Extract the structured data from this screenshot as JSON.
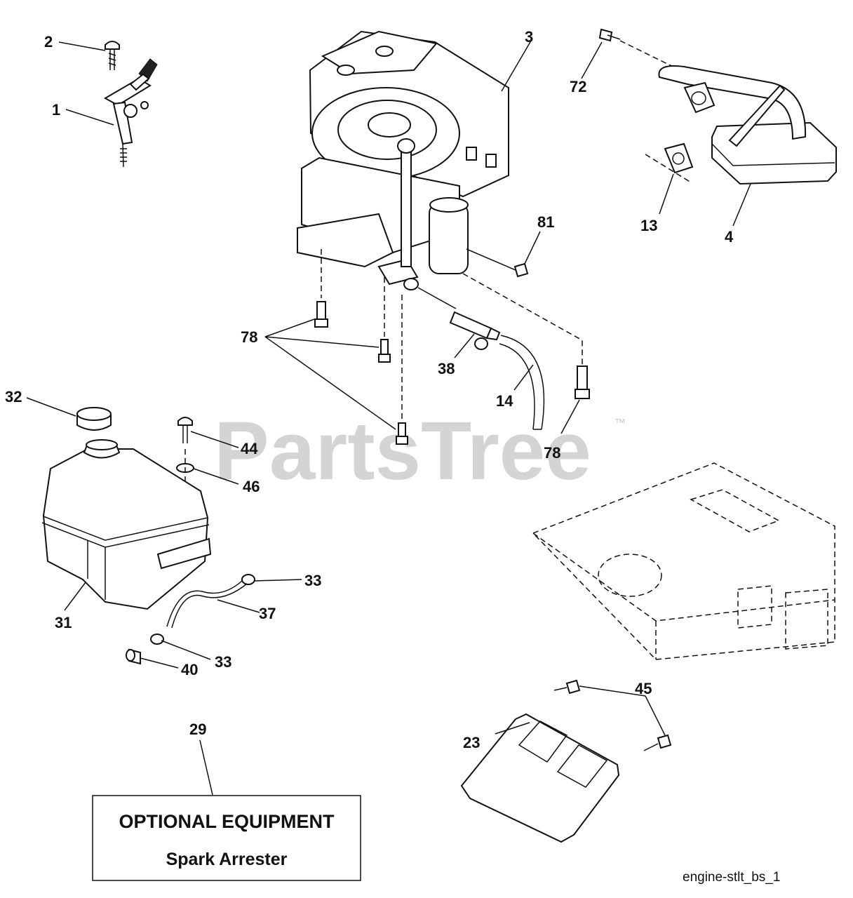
{
  "watermark": {
    "text": "PartsTree",
    "trademark": "™"
  },
  "callouts": {
    "c1": "1",
    "c2": "2",
    "c3": "3",
    "c4": "4",
    "c13": "13",
    "c14": "14",
    "c23": "23",
    "c29": "29",
    "c31": "31",
    "c32": "32",
    "c33a": "33",
    "c33b": "33",
    "c37": "37",
    "c38": "38",
    "c40": "40",
    "c44": "44",
    "c45": "45",
    "c46": "46",
    "c72": "72",
    "c78a": "78",
    "c78b": "78",
    "c81": "81"
  },
  "optional_box": {
    "line1": "OPTIONAL EQUIPMENT",
    "line2": "Spark Arrester"
  },
  "diagram_code": "engine-stlt_bs_1",
  "parts": {
    "throttle-control": "1",
    "screw-2": "2",
    "engine": "3",
    "muffler": "4",
    "gasket": "13",
    "fuel-hose": "14",
    "heat-shield": "23",
    "spark-arrester": "29",
    "fuel-tank": "31",
    "fuel-cap": "32",
    "clamp": "33",
    "fuel-line": "37",
    "fuel-filter": "38",
    "grommet": "40",
    "screw-44": "44",
    "screw-45": "45",
    "washer": "46",
    "bolt-72": "72",
    "bolt-78": "78",
    "nut-81": "81"
  }
}
